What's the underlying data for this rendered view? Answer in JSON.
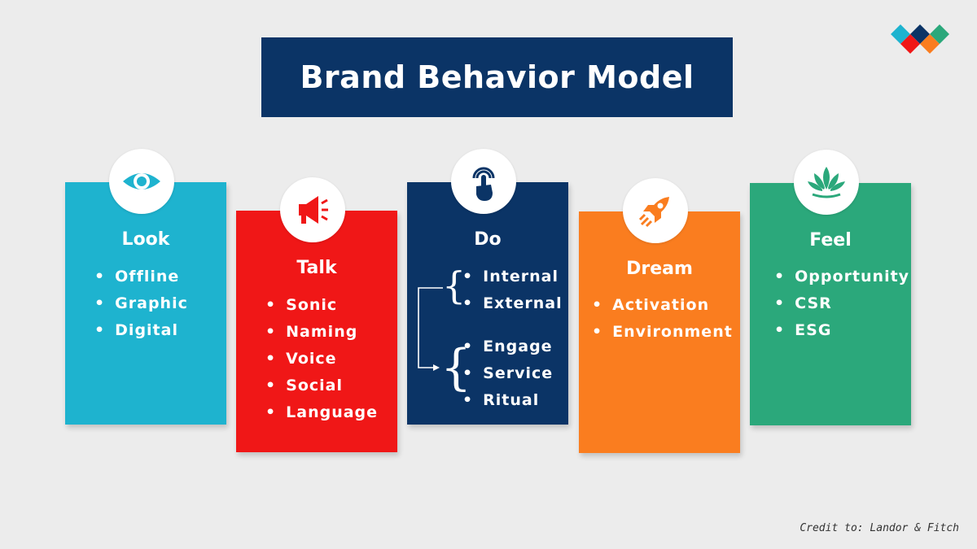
{
  "title": "Brand Behavior Model",
  "credit": "Credit to: Landor & Fitch",
  "colors": {
    "title_bg": "#0b3466",
    "look": "#1eb3cf",
    "talk": "#f01717",
    "do": "#0b3466",
    "dream": "#fa7d1f",
    "feel": "#2ba87b"
  },
  "cards": {
    "look": {
      "name": "Look",
      "icon": "eye-icon",
      "items": [
        "Offline",
        "Graphic",
        "Digital"
      ]
    },
    "talk": {
      "name": "Talk",
      "icon": "megaphone-icon",
      "items": [
        "Sonic",
        "Naming",
        "Voice",
        "Social",
        "Language"
      ]
    },
    "do": {
      "name": "Do",
      "icon": "touch-hand-icon",
      "group1": [
        "Internal",
        "External"
      ],
      "group2": [
        "Engage",
        "Service",
        "Ritual"
      ]
    },
    "dream": {
      "name": "Dream",
      "icon": "rocket-icon",
      "items": [
        "Activation",
        "Environment"
      ]
    },
    "feel": {
      "name": "Feel",
      "icon": "lotus-icon",
      "items": [
        "Opportunity",
        "CSR",
        "ESG"
      ]
    }
  }
}
